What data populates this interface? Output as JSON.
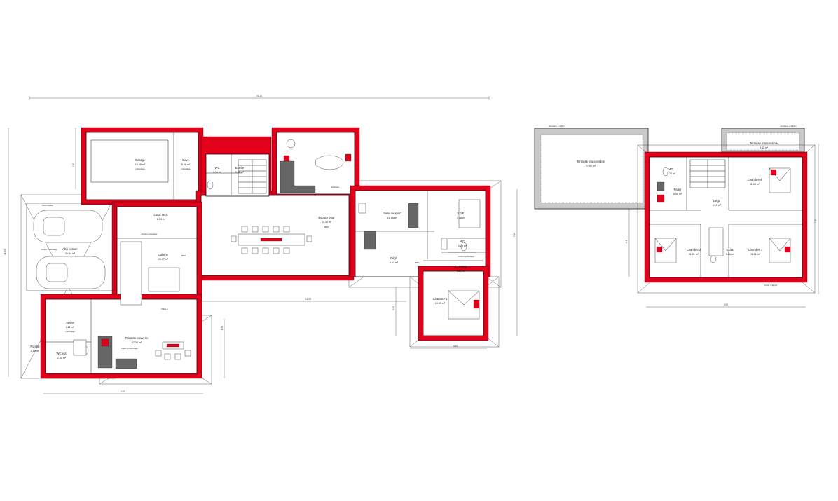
{
  "ground_floor": {
    "rooms": [
      {
        "id": "garage",
        "name": "Garage",
        "area": "15.65 m²",
        "finish": "Carrelage"
      },
      {
        "id": "cave",
        "name": "Cave",
        "area": "6.08 m²",
        "finish": "Carrelage"
      },
      {
        "id": "wc1",
        "name": "WC",
        "area": "2.16 m²"
      },
      {
        "id": "entree",
        "name": "Entrée",
        "area": "5.48 m²"
      },
      {
        "id": "local-tech",
        "name": "Local Tech.",
        "area": "8.24 m²"
      },
      {
        "id": "abri",
        "name": "Abri voiture",
        "area": "30.44 m²",
        "finish": "Dalle + Carrelage"
      },
      {
        "id": "cuisine",
        "name": "Cuisine",
        "area": "20.17 m²"
      },
      {
        "id": "espace-jour",
        "name": "Espace Jour",
        "area": "57.34 m²"
      },
      {
        "id": "salle-sport",
        "name": "Salle de sport",
        "area": "15.05 m²"
      },
      {
        "id": "sde",
        "name": "S.d.E.",
        "area": "7.48 m²"
      },
      {
        "id": "dgt",
        "name": "Dégt.",
        "area": "6.67 m²"
      },
      {
        "id": "wc2",
        "name": "WC",
        "area": "2.10 m²"
      },
      {
        "id": "dressing",
        "name": "Dressing",
        "area": "3.50 m²"
      },
      {
        "id": "chambre1",
        "name": "Chambre 1",
        "area": "10.01 m²"
      },
      {
        "id": "atelier",
        "name": "Atelier",
        "area": "8.22 m²",
        "finish": "Carrelage"
      },
      {
        "id": "wc3",
        "name": "WC ext.",
        "area": "1.50 m²"
      },
      {
        "id": "terrasse",
        "name": "Terrasse couverte",
        "area": "27.34 m²",
        "finish": "Dalle + Carrelage"
      },
      {
        "id": "porche",
        "name": "Porche",
        "area": "1.80 m²"
      }
    ],
    "notes": {
      "terre_battue": "Terre battue",
      "eclairage": "Eclairage",
      "cloison": "Cloison phonique",
      "mbp": "MBP",
      "dalle": "DALLE"
    },
    "dimensions": {
      "overall_width": "21.10",
      "garage_w": "5.30",
      "height_left": "11.03",
      "lower_w": "9.30",
      "corridor": "12.20",
      "right_h": "5.40",
      "wing_w": "4.60",
      "small_a": "2.15",
      "small_b": "1.55",
      "small_c": "3.50"
    }
  },
  "upper_floor": {
    "rooms": [
      {
        "id": "terrasse-inacc",
        "name": "Terrasse inaccessible",
        "area": "27.90 m²"
      },
      {
        "id": "terrasse-inacc2",
        "name": "Terrasse inaccessible",
        "area": "3.82 m²"
      },
      {
        "id": "wc4",
        "name": "WC",
        "area": "1.70 m²"
      },
      {
        "id": "palier",
        "name": "Palier",
        "area": "6.91 m²"
      },
      {
        "id": "chambre4",
        "name": "Chambre 4",
        "area": "11.08 m²"
      },
      {
        "id": "dgt2",
        "name": "Dégt.",
        "area": "5.12 m²"
      },
      {
        "id": "chambre2",
        "name": "Chambre 2",
        "area": "11.51 m²"
      },
      {
        "id": "sdb",
        "name": "S.d.B.",
        "area": "5.26 m²"
      },
      {
        "id": "chambre3",
        "name": "Chambre 3",
        "area": "11.51 m²"
      }
    ],
    "notes": {
      "acrotere": "Acrotère + 3.40m",
      "acrotere2": "Acrotère + 3.40m",
      "cons": "Cons. d'appui"
    },
    "dimensions": {
      "width": "9.90",
      "height_right": "7.10",
      "height_left": "4.1"
    }
  }
}
